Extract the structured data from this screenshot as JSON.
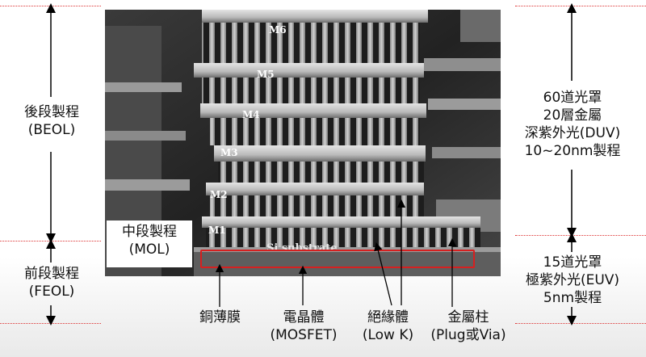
{
  "left": {
    "beol": {
      "line1": "後段製程",
      "line2": "(BEOL)"
    },
    "mol": {
      "line1": "中段製程",
      "line2": "(MOL)"
    },
    "feol": {
      "line1": "前段製程",
      "line2": "(FEOL)"
    }
  },
  "right": {
    "top": {
      "line1": "60道光罩",
      "line2": "20層金屬",
      "line3": "深紫外光(DUV)",
      "line4": "10~20nm製程"
    },
    "bottom": {
      "line1": "15道光罩",
      "line2": "極紫外光(EUV)",
      "line3": "5nm製程"
    }
  },
  "image_labels": {
    "layers": [
      "M6",
      "M5",
      "M4",
      "M3",
      "M2",
      "M1"
    ],
    "substrate": "Si substrate"
  },
  "bottom_labels": {
    "copper_film": {
      "line1": "銅薄膜"
    },
    "transistor": {
      "line1": "電晶體",
      "line2": "(MOSFET)"
    },
    "insulator": {
      "line1": "絕緣體",
      "line2": "(Low K)"
    },
    "metal_pillar": {
      "line1": "金屬柱",
      "line2": "(Plug或Via)"
    }
  },
  "colors": {
    "dotted_line": "#d33333",
    "highlight_box": "#d62020"
  }
}
